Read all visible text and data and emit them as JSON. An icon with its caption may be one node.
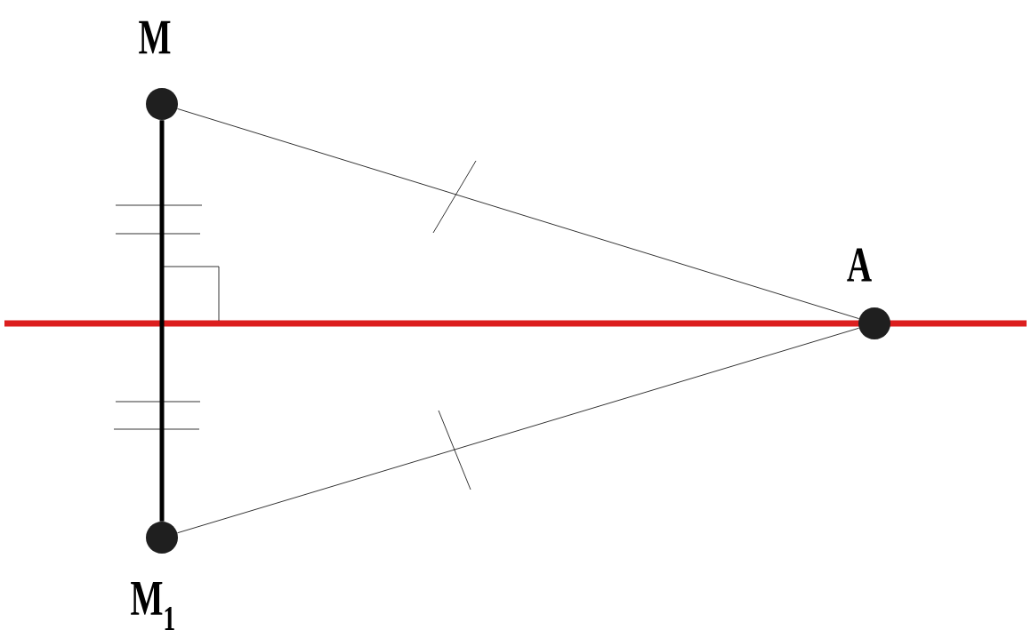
{
  "diagram": {
    "nodes": [
      {
        "text": [],
        "shape": "circle",
        "beside": [
          "M"
        ]
      },
      {
        "text": [],
        "shape": "circle",
        "beside": [
          "A"
        ]
      },
      {
        "text": [],
        "shape": "circle",
        "beside": [
          "M$_{1}$"
        ]
      }
    ],
    "edges": [
      {
        "from": 0,
        "to": 2,
        "arrow": "none",
        "style": "thick"
      },
      {
        "from": 0,
        "to": 1,
        "arrow": "none"
      },
      {
        "from": 2,
        "to": 1,
        "arrow": "none"
      }
    ]
  }
}
